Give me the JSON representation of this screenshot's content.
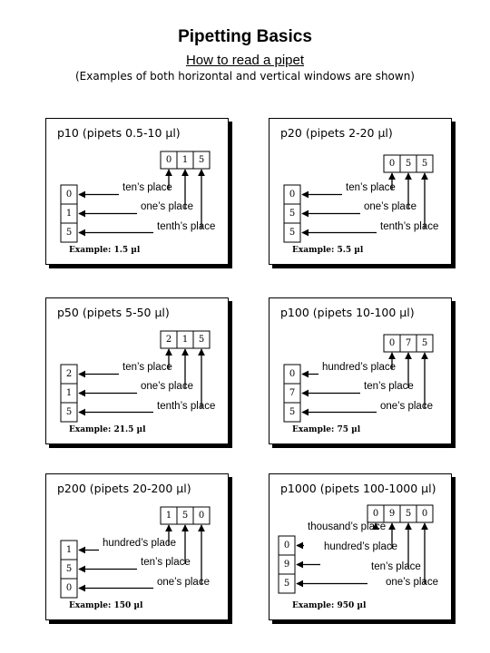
{
  "header": {
    "title": "Pipetting Basics",
    "subtitle": "How to read a pipet",
    "note": "(Examples of both horizontal and vertical windows are shown)"
  },
  "panels": [
    {
      "title": "p10 (pipets 0.5-10 µl)",
      "hdigits": [
        "0",
        "1",
        "5"
      ],
      "vdigits": [
        "0",
        "1",
        "5"
      ],
      "labels": [
        "ten’s place",
        "one’s place",
        "tenth’s place"
      ],
      "example": "Example: 1.5 µl"
    },
    {
      "title": "p20 (pipets 2-20 µl)",
      "hdigits": [
        "0",
        "5",
        "5"
      ],
      "vdigits": [
        "0",
        "5",
        "5"
      ],
      "labels": [
        "ten’s place",
        "one’s place",
        "tenth’s place"
      ],
      "example": "Example: 5.5 µl"
    },
    {
      "title": "p50 (pipets 5-50 µl)",
      "hdigits": [
        "2",
        "1",
        "5"
      ],
      "vdigits": [
        "2",
        "1",
        "5"
      ],
      "labels": [
        "ten’s place",
        "one’s place",
        "tenth’s place"
      ],
      "example": "Example: 21.5 µl"
    },
    {
      "title": "p100 (pipets 10-100 µl)",
      "hdigits": [
        "0",
        "7",
        "5"
      ],
      "vdigits": [
        "0",
        "7",
        "5"
      ],
      "labels": [
        "hundred’s place",
        "ten’s place",
        "one’s place"
      ],
      "example": "Example: 75 µl"
    },
    {
      "title": "p200 (pipets 20-200 µl)",
      "hdigits": [
        "1",
        "5",
        "0"
      ],
      "vdigits": [
        "1",
        "5",
        "0"
      ],
      "labels": [
        "hundred’s place",
        "ten’s place",
        "one’s place"
      ],
      "example": "Example: 150 µl"
    },
    {
      "title": "p1000 (pipets 100-1000 µl)",
      "hdigits": [
        "0",
        "9",
        "5",
        "0"
      ],
      "vdigits": [
        "0",
        "9",
        "5"
      ],
      "labels": [
        "thousand’s place",
        "hundred’s place",
        "ten’s place",
        "one’s place"
      ],
      "example": "Example: 950 µl"
    }
  ]
}
